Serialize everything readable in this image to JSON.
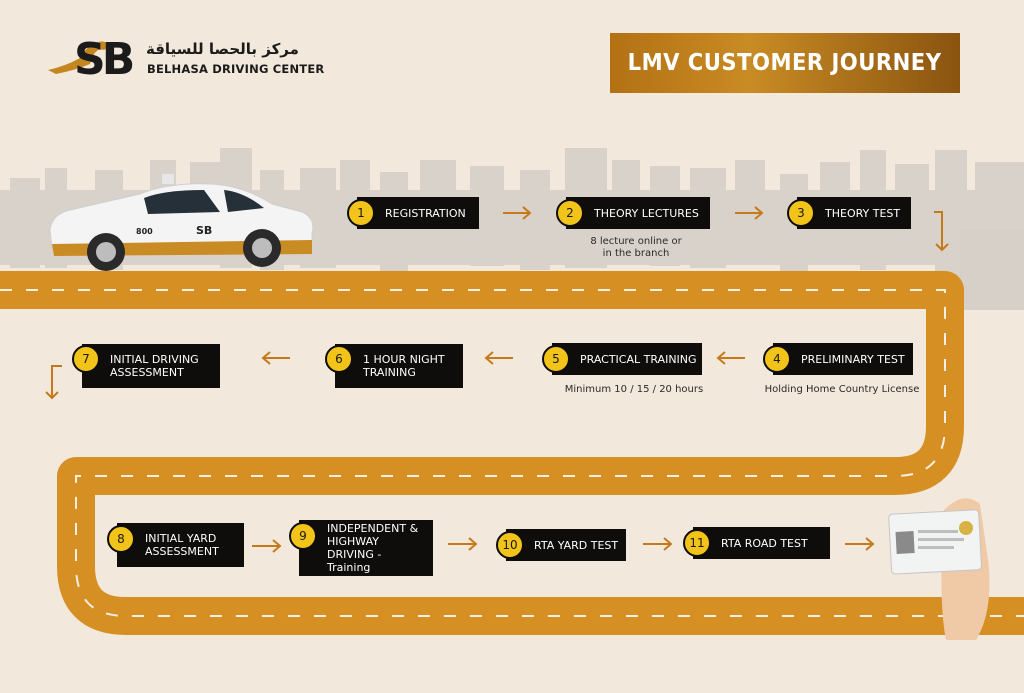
{
  "header": {
    "logo_mark": "SB",
    "logo_arabic": "مركز بالحصا للسياقة",
    "logo_english": "BELHASA DRIVING CENTER",
    "title": "LMV CUSTOMER JOURNEY"
  },
  "car": {
    "phone_prefix": "800",
    "logo_mark": "SB"
  },
  "steps": [
    {
      "number": "1",
      "label": "REGISTRATION"
    },
    {
      "number": "2",
      "label": "THEORY LECTURES",
      "note": "8 lecture online or in the branch"
    },
    {
      "number": "3",
      "label": "THEORY TEST"
    },
    {
      "number": "4",
      "label": "PRELIMINARY TEST",
      "note": "Holding Home Country License"
    },
    {
      "number": "5",
      "label": "PRACTICAL TRAINING",
      "note": "Minimum 10 / 15 / 20 hours"
    },
    {
      "number": "6",
      "label": "1 HOUR NIGHT TRAINING"
    },
    {
      "number": "7",
      "label": "INITIAL DRIVING ASSESSMENT"
    },
    {
      "number": "8",
      "label": "INITIAL YARD ASSESSMENT"
    },
    {
      "number": "9",
      "label": "INDEPENDENT & HIGHWAY DRIVING - Training"
    },
    {
      "number": "10",
      "label": "RTA YARD TEST"
    },
    {
      "number": "11",
      "label": "RTA ROAD TEST"
    }
  ],
  "colors": {
    "road": "#d68f22",
    "accent_yellow": "#f2c319",
    "step_box": "#0e0d0b",
    "arrow": "#c47a1c",
    "background": "#f3e8dc"
  }
}
